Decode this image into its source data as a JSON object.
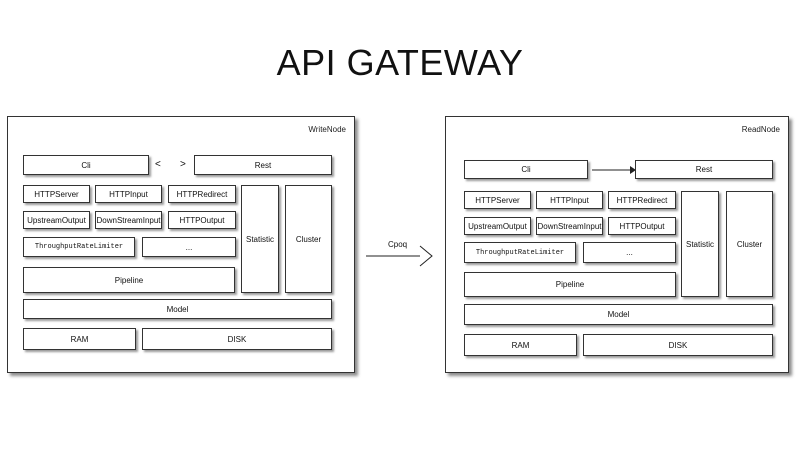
{
  "title": "API GATEWAY",
  "arrow_label": "Cpoq",
  "left_node": {
    "label": "WriteNode",
    "cli": "Cli",
    "rest": "Rest",
    "cli_rest_arrows": [
      "<",
      ">"
    ],
    "modules": {
      "http_server": "HTTPServer",
      "http_input": "HTTPInput",
      "http_redirect": "HTTPRedirect",
      "upstream_output": "UpstreamOutput",
      "downstream_input": "DownStreamInput",
      "http_output": "HTTPOutput",
      "throughput_rate_limiter": "ThroughputRateLimiter",
      "more": "..."
    },
    "statistic": "Statistic",
    "cluster": "Cluster",
    "pipeline": "Pipeline",
    "model": "Model",
    "ram": "RAM",
    "disk": "DISK"
  },
  "right_node": {
    "label": "ReadNode",
    "cli": "Cli",
    "rest": "Rest",
    "modules": {
      "http_server": "HTTPServer",
      "http_input": "HTTPInput",
      "http_redirect": "HTTPRedirect",
      "upstream_output": "UpstreamOutput",
      "downstream_input": "DownStreamInput",
      "http_output": "HTTPOutput",
      "throughput_rate_limiter": "ThroughputRateLimiter",
      "more": "..."
    },
    "statistic": "Statistic",
    "cluster": "Cluster",
    "pipeline": "Pipeline",
    "model": "Model",
    "ram": "RAM",
    "disk": "DISK"
  }
}
